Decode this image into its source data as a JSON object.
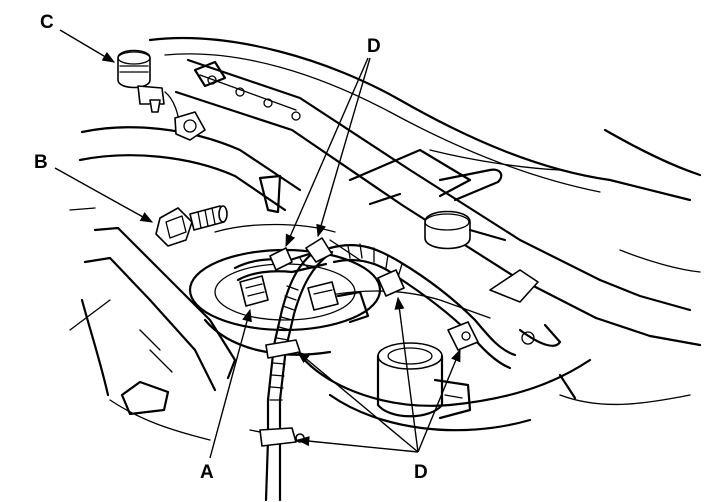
{
  "labels": {
    "a": "A",
    "b": "B",
    "c": "C",
    "d_top": "D",
    "d_bottom": "D"
  },
  "colors": {
    "ink": "#000000",
    "paper": "#ffffff"
  }
}
